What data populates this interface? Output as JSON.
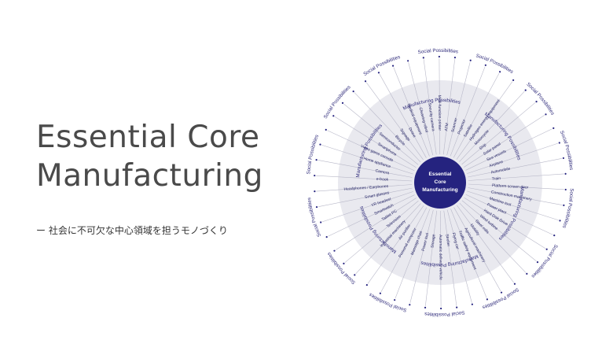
{
  "title_line1": "Essential Core",
  "title_line2": "Manufacturing",
  "subtitle": "ー 社会に不可欠な中心領域を担うモノづくり",
  "diagram": {
    "core_lines": [
      "Essential",
      "Core",
      "Manufacturing"
    ],
    "inner_ring_label": "Manufacturing Possibilities",
    "outer_ring_label": "Social Possibilities",
    "colors": {
      "core": "#25237f",
      "inner_ring": "#e9e9ef",
      "spoke": "#b8b8c8",
      "text": "#2e2a7a"
    },
    "products": [
      "Train",
      "Platform screen door",
      "Construction machinery",
      "Machine tool",
      "Power plant",
      "Hard Disk Drive",
      "Wind turbine",
      "Steel mills",
      "Mobility",
      "Agricultural machinery",
      "Traffic safety equipment",
      "Flying car",
      "Stroller",
      "Automatic delivery vehicle",
      "Storage",
      "Power tool",
      "Massage chair",
      "Personal computer",
      "Air purifier",
      "Industrial machinery",
      "Television",
      "Tablet PC",
      "Smartwatch",
      "VR headset",
      "Smart glasses",
      "Headphones / Earphones",
      "e-book",
      "Camera",
      "Home appliance",
      "Video game console",
      "Smartphone",
      "Semiconductor",
      "Bicycle",
      "Signage",
      "Drone",
      "Medical equipment",
      "Cleaning robot",
      "Security camera",
      "Multi-function printer",
      "ATM",
      "Scanner",
      "Projector",
      "Satellite",
      "Hydrogen energy equipment",
      "Motorcycle",
      "Ship",
      "Solar panel",
      "Sea vessels",
      "Airplane",
      "Automobile"
    ]
  }
}
